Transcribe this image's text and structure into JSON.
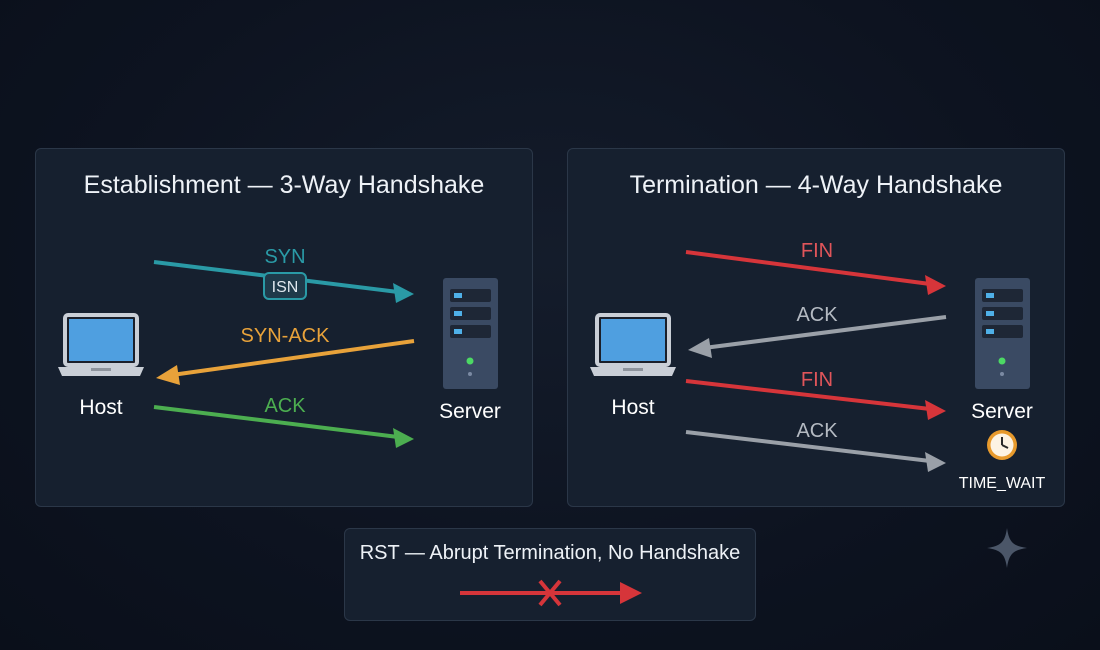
{
  "establishment": {
    "title": "Establishment — 3-Way Handshake",
    "host_label": "Host",
    "server_label": "Server",
    "messages": [
      {
        "label": "SYN",
        "color": "#2a9aa6",
        "direction": "host-to-server",
        "badge": "ISN"
      },
      {
        "label": "SYN-ACK",
        "color": "#e8a23a",
        "direction": "server-to-host"
      },
      {
        "label": "ACK",
        "color": "#4cae50",
        "direction": "host-to-server"
      }
    ]
  },
  "termination": {
    "title": "Termination — 4-Way Handshake",
    "host_label": "Host",
    "server_label": "Server",
    "time_wait_label": "TIME_WAIT",
    "messages": [
      {
        "label": "FIN",
        "color": "#d6353a",
        "direction": "host-to-server"
      },
      {
        "label": "ACK",
        "color": "#9aa0a8",
        "direction": "server-to-host"
      },
      {
        "label": "FIN",
        "color": "#d6353a",
        "direction": "host-to-server"
      },
      {
        "label": "ACK",
        "color": "#9aa0a8",
        "direction": "host-to-server"
      }
    ]
  },
  "rst": {
    "title": "RST — Abrupt Termination, No Handshake",
    "arrow_color": "#d6353a"
  },
  "colors": {
    "background": "#0d1320",
    "panel": "#16202f",
    "panel_border": "#2b3748",
    "laptop_screen": "#4f9fe0",
    "server_body": "#3a4a63"
  }
}
